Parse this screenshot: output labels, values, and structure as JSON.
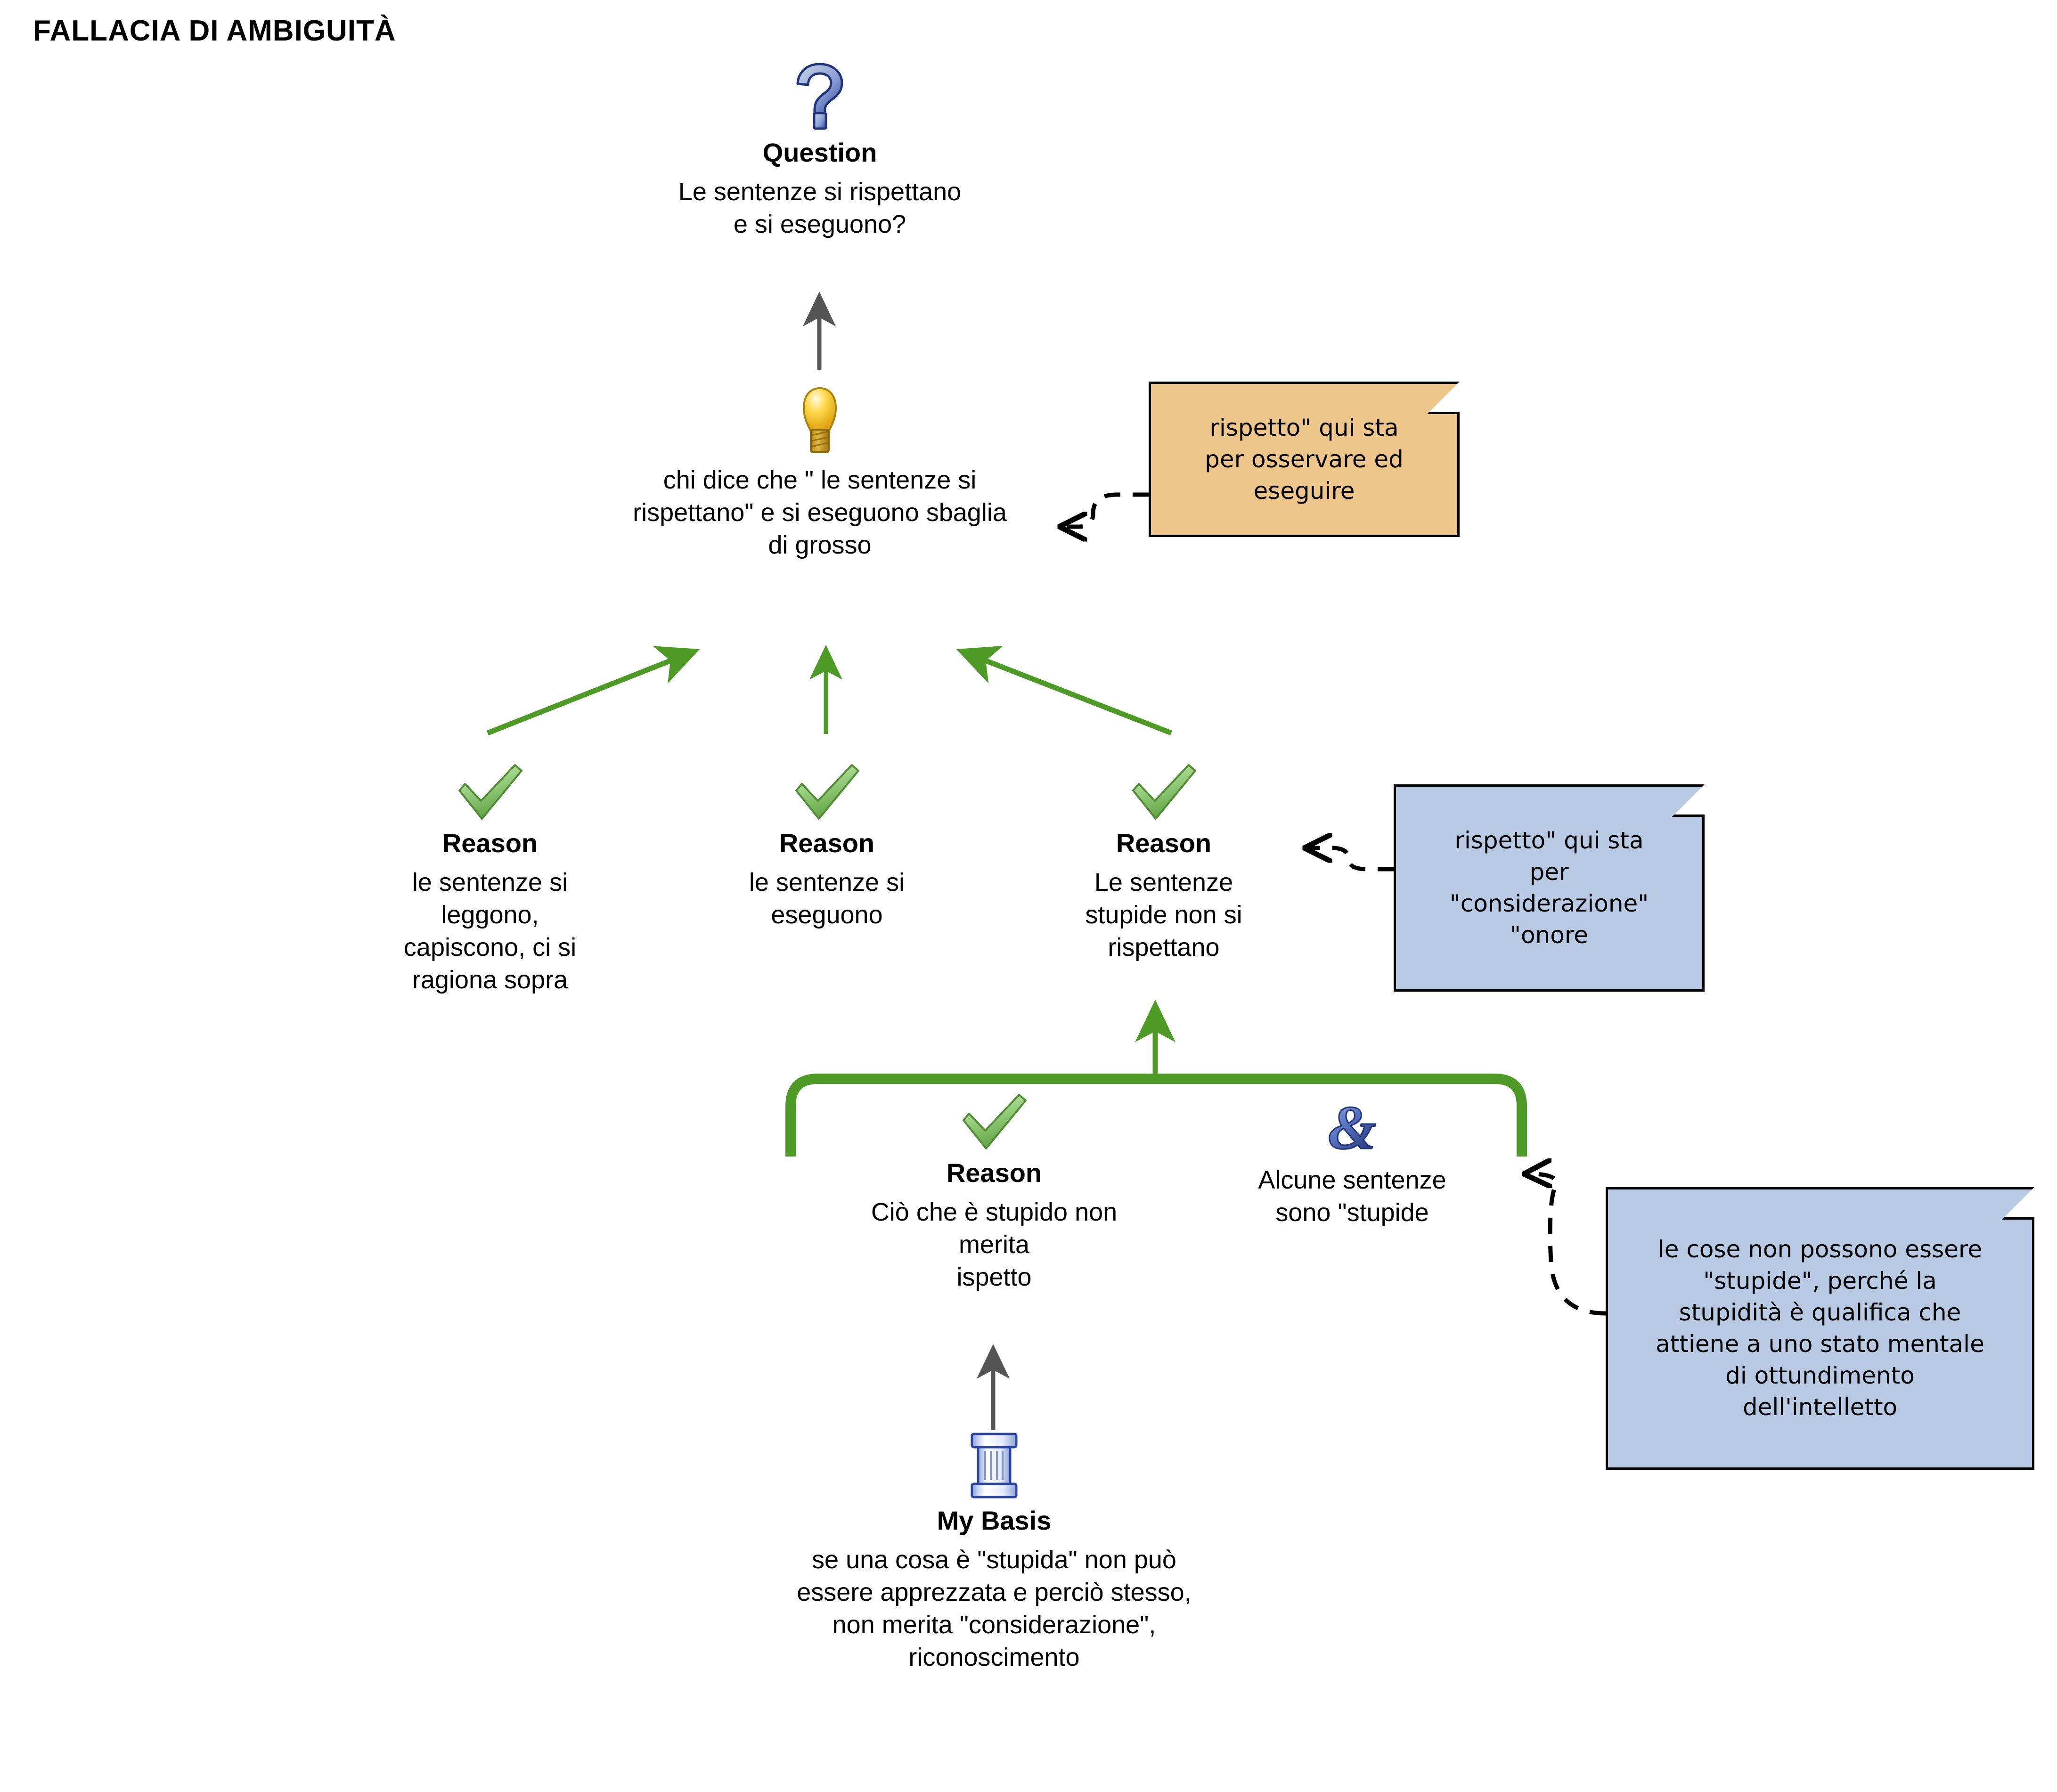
{
  "title": "FALLACIA DI AMBIGUITÀ",
  "colors": {
    "note_orange": "#EEC68C",
    "note_blue": "#B8CAE3",
    "arrow_green": "#4E9A26",
    "arrow_gray": "#555555",
    "bracket_green": "#4E9A26",
    "icon_blue": "#3B5BA8",
    "icon_green": "#7DBE6A",
    "icon_yellow": "#F2C52B",
    "text_black": "#000000"
  },
  "nodes": {
    "question": {
      "icon": "question-mark-icon",
      "kind": "Question",
      "body": "Le sentenze si rispettano\ne si eseguono?"
    },
    "main_claim": {
      "icon": "lightbulb-icon",
      "kind": "",
      "body": "chi dice che \" le sentenze si\nrispettano\" e si eseguono sbaglia\ndi grosso"
    },
    "reason_1": {
      "icon": "green-check-icon",
      "kind": "Reason",
      "body": "le sentenze si\nleggono,\ncapiscono, ci si\nragiona sopra"
    },
    "reason_2": {
      "icon": "green-check-icon",
      "kind": "Reason",
      "body": "le sentenze si\neseguono"
    },
    "reason_3": {
      "icon": "green-check-icon",
      "kind": "Reason",
      "body": "Le sentenze\nstupide non si\nrispettano"
    },
    "reason_4": {
      "icon": "green-check-icon",
      "kind": "Reason",
      "body": "Ciò che è stupido non\nmerita\nispetto"
    },
    "co_premise": {
      "icon": "ampersand-icon",
      "kind": "",
      "body": "Alcune sentenze\nsono \"stupide"
    },
    "my_basis": {
      "icon": "pillar-icon",
      "kind": "My Basis",
      "body": "se una cosa è \"stupida\" non può\nessere apprezzata e perciò stesso,\nnon merita \"considerazione\",\nriconoscimento"
    }
  },
  "notes": {
    "note_1": {
      "color": "orange",
      "text": "rispetto\" qui sta\nper osservare ed\neseguire"
    },
    "note_2": {
      "color": "blue",
      "text": "rispetto\" qui sta\nper\n\"considerazione\"\n\"onore"
    },
    "note_3": {
      "color": "blue",
      "text": "le cose non possono essere\n\"stupide\", perché la\nstupidità è qualifica che\nattiene a uno stato mentale\ndi ottundimento\ndell'intelletto"
    }
  }
}
